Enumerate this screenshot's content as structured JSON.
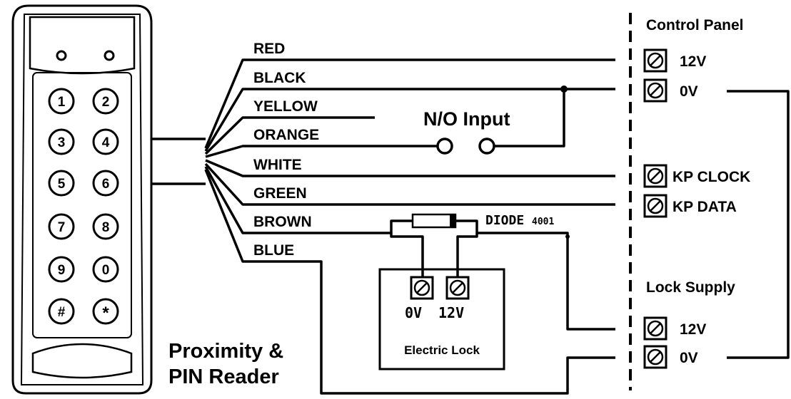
{
  "wires": [
    {
      "label": "RED"
    },
    {
      "label": "BLACK"
    },
    {
      "label": "YELLOW"
    },
    {
      "label": "ORANGE"
    },
    {
      "label": "WHITE"
    },
    {
      "label": "GREEN"
    },
    {
      "label": "BROWN"
    },
    {
      "label": "BLUE"
    }
  ],
  "reader": {
    "title_line1": "Proximity &",
    "title_line2": "PIN Reader",
    "keys": [
      "1",
      "2",
      "3",
      "4",
      "5",
      "6",
      "7",
      "8",
      "9",
      "0",
      "#",
      "*"
    ]
  },
  "switch": {
    "label": "N/O Input"
  },
  "diode": {
    "label": "DIODE",
    "part": "4001"
  },
  "control_panel": {
    "title": "Control Panel",
    "terminals": [
      "12V",
      "0V",
      "KP CLOCK",
      "KP DATA"
    ]
  },
  "lock_supply": {
    "title": "Lock Supply",
    "terminals": [
      "12V",
      "0V"
    ]
  },
  "electric_lock": {
    "title": "Electric Lock",
    "terminals": [
      "0V",
      "12V"
    ]
  },
  "icons": {
    "terminal": "screw-terminal-icon"
  }
}
